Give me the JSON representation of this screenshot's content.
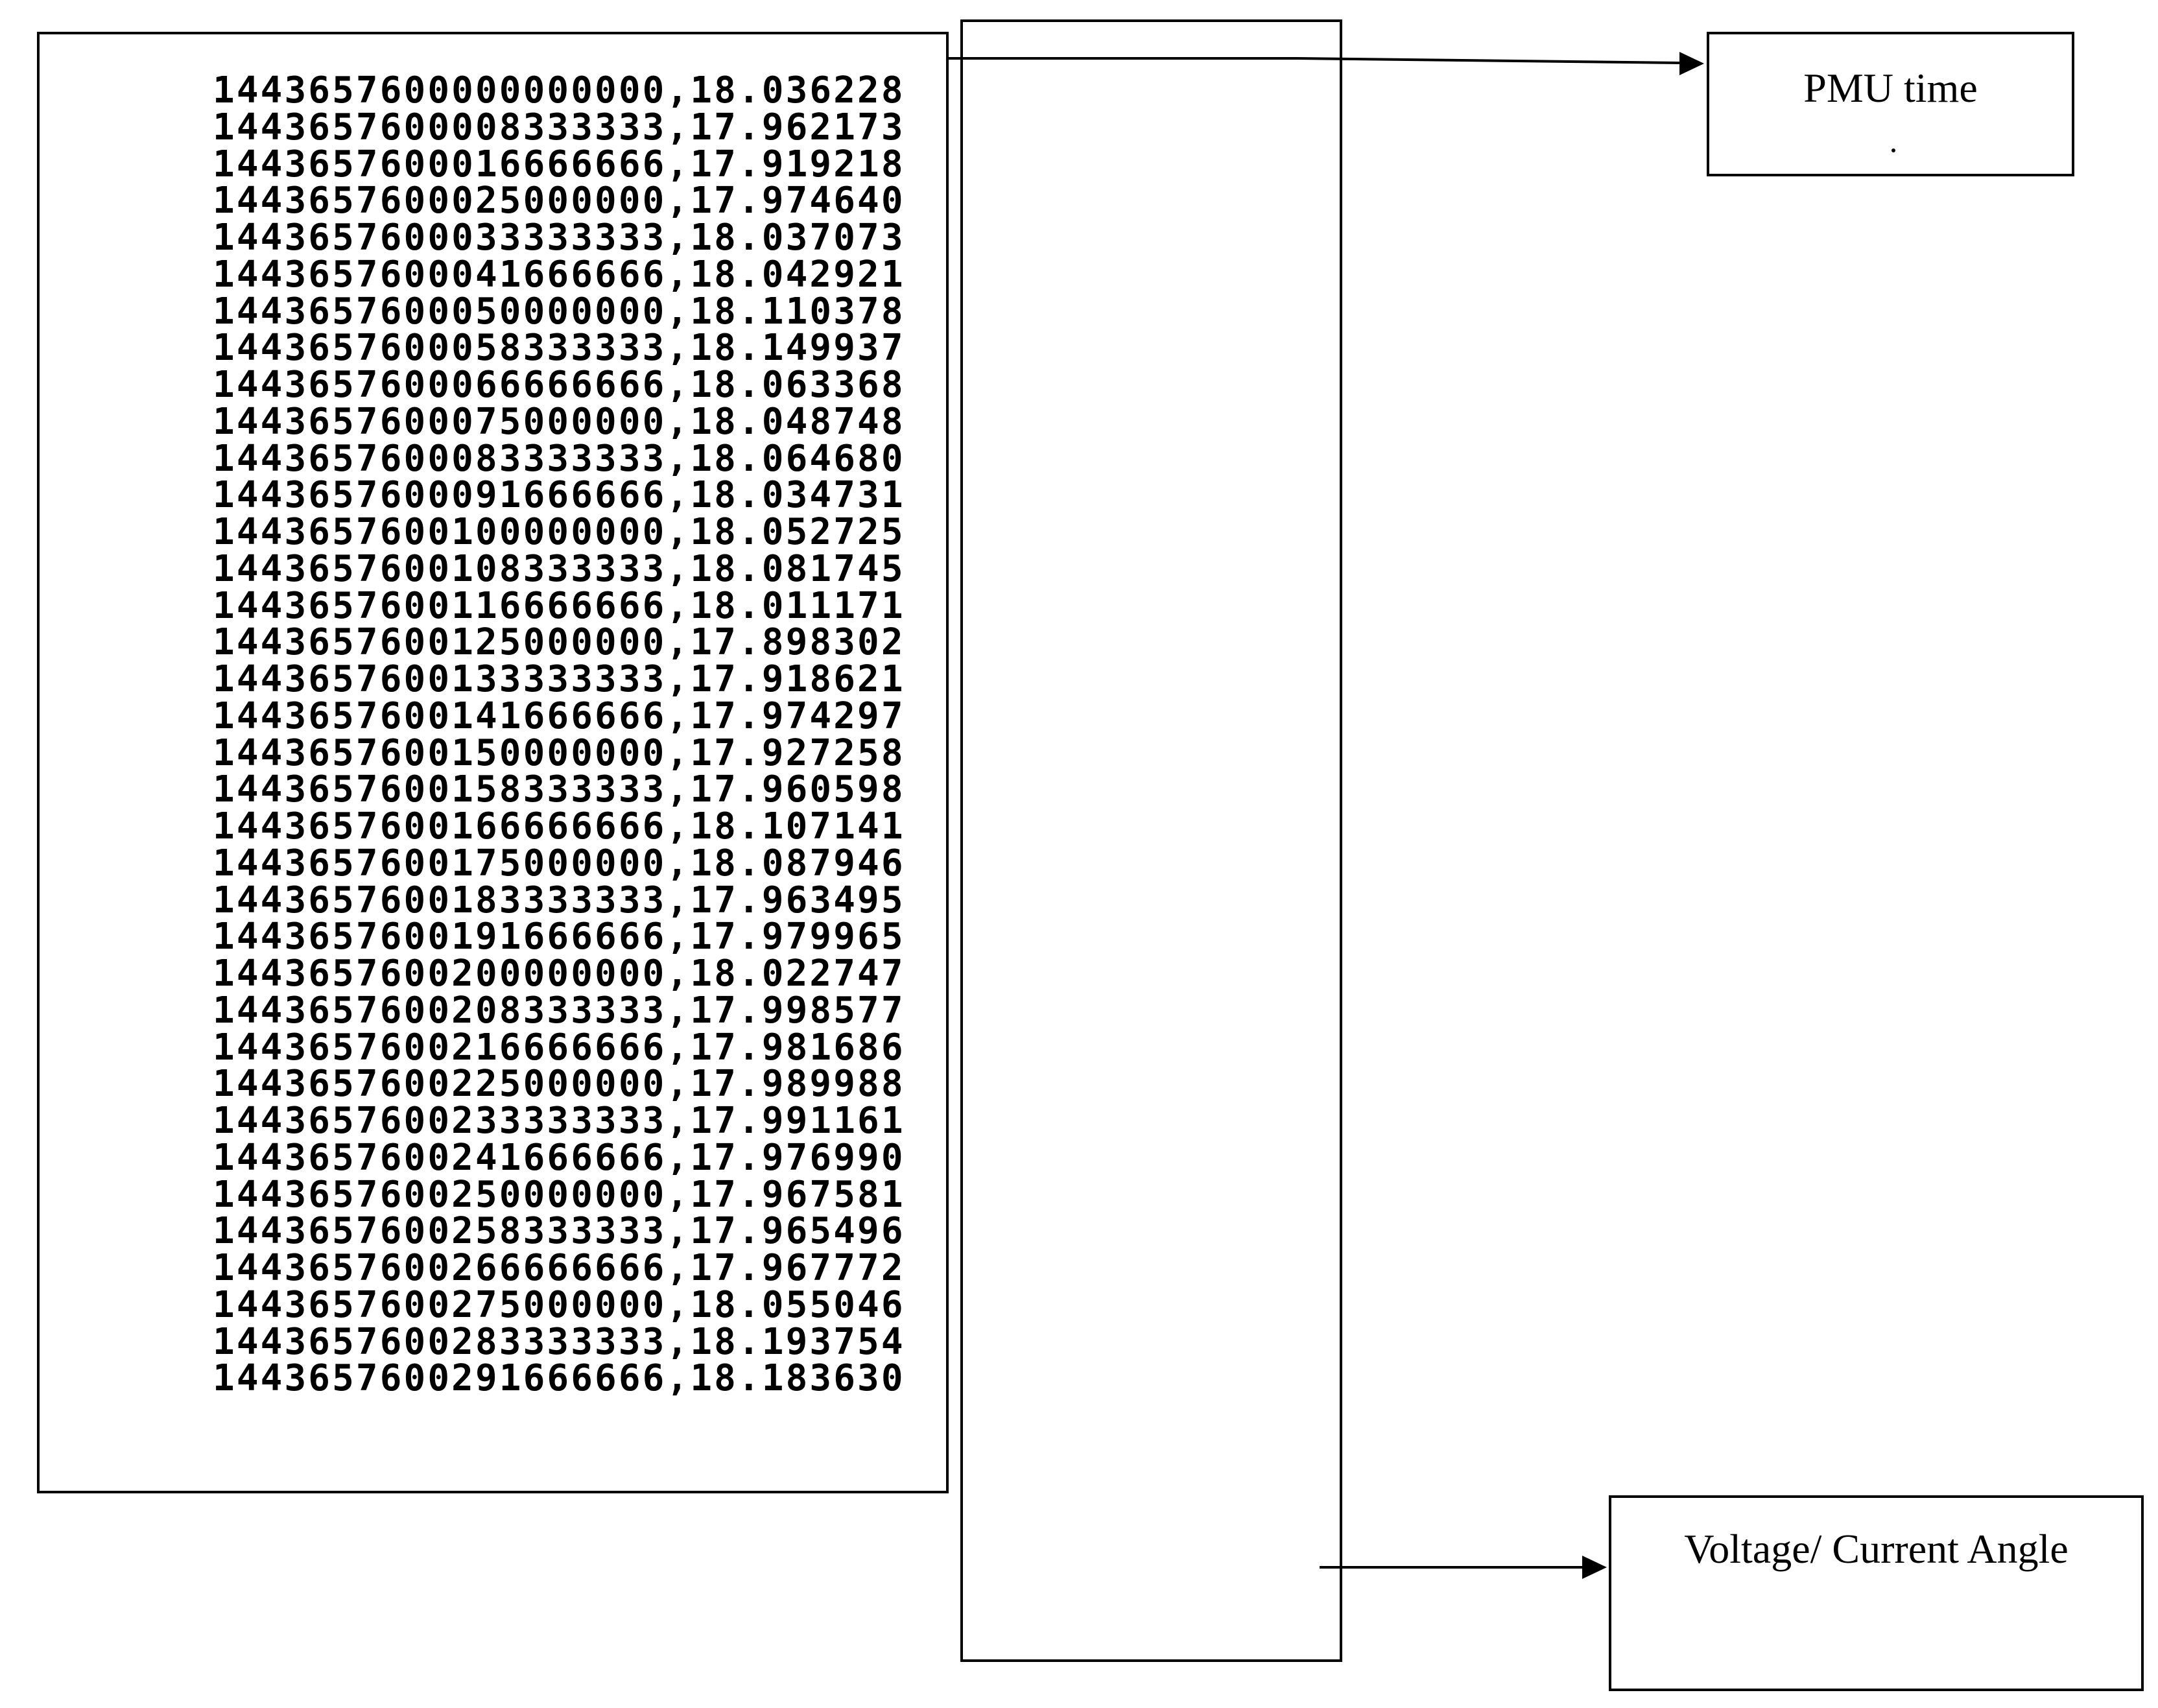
{
  "labels": {
    "pmu_time": "PMU time",
    "angle": "Voltage/ Current Angle"
  },
  "rows": [
    {
      "time": "1443657600000000000",
      "angle": "18.036228"
    },
    {
      "time": "1443657600008333333",
      "angle": "17.962173"
    },
    {
      "time": "1443657600016666666",
      "angle": "17.919218"
    },
    {
      "time": "1443657600025000000",
      "angle": "17.974640"
    },
    {
      "time": "1443657600033333333",
      "angle": "18.037073"
    },
    {
      "time": "1443657600041666666",
      "angle": "18.042921"
    },
    {
      "time": "1443657600050000000",
      "angle": "18.110378"
    },
    {
      "time": "1443657600058333333",
      "angle": "18.149937"
    },
    {
      "time": "1443657600066666666",
      "angle": "18.063368"
    },
    {
      "time": "1443657600075000000",
      "angle": "18.048748"
    },
    {
      "time": "1443657600083333333",
      "angle": "18.064680"
    },
    {
      "time": "1443657600091666666",
      "angle": "18.034731"
    },
    {
      "time": "1443657600100000000",
      "angle": "18.052725"
    },
    {
      "time": "1443657600108333333",
      "angle": "18.081745"
    },
    {
      "time": "1443657600116666666",
      "angle": "18.011171"
    },
    {
      "time": "1443657600125000000",
      "angle": "17.898302"
    },
    {
      "time": "1443657600133333333",
      "angle": "17.918621"
    },
    {
      "time": "1443657600141666666",
      "angle": "17.974297"
    },
    {
      "time": "1443657600150000000",
      "angle": "17.927258"
    },
    {
      "time": "1443657600158333333",
      "angle": "17.960598"
    },
    {
      "time": "1443657600166666666",
      "angle": "18.107141"
    },
    {
      "time": "1443657600175000000",
      "angle": "18.087946"
    },
    {
      "time": "1443657600183333333",
      "angle": "17.963495"
    },
    {
      "time": "1443657600191666666",
      "angle": "17.979965"
    },
    {
      "time": "1443657600200000000",
      "angle": "18.022747"
    },
    {
      "time": "1443657600208333333",
      "angle": "17.998577"
    },
    {
      "time": "1443657600216666666",
      "angle": "17.981686"
    },
    {
      "time": "1443657600225000000",
      "angle": "17.989988"
    },
    {
      "time": "1443657600233333333",
      "angle": "17.991161"
    },
    {
      "time": "1443657600241666666",
      "angle": "17.976990"
    },
    {
      "time": "1443657600250000000",
      "angle": "17.967581"
    },
    {
      "time": "1443657600258333333",
      "angle": "17.965496"
    },
    {
      "time": "1443657600266666666",
      "angle": "17.967772"
    },
    {
      "time": "1443657600275000000",
      "angle": "18.055046"
    },
    {
      "time": "1443657600283333333",
      "angle": "18.193754"
    },
    {
      "time": "1443657600291666666",
      "angle": "18.183630"
    }
  ]
}
